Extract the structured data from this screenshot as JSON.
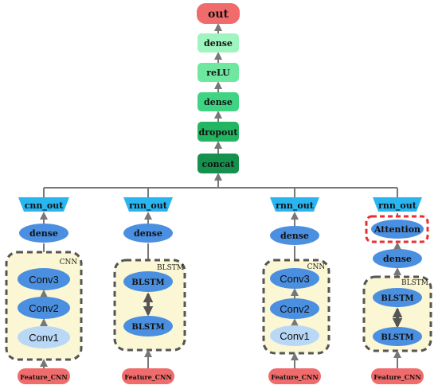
{
  "colors": {
    "out_fill": "#f06b6b",
    "dense_light": "#9ff5c0",
    "relu_fill": "#6fe7a0",
    "dense_mid": "#3fd383",
    "dropout_fill": "#24b563",
    "concat_fill": "#16904d",
    "trap_fill": "#29b6f0",
    "ellipse_fill": "#4a8fe0",
    "ellipse_light": "#b8d8f6",
    "panel_fill": "#fbf6d3",
    "panel_border": "#555555",
    "feature_fill": "#f06b6b",
    "attention_border": "#e8302f",
    "arrow": "#777777"
  },
  "head": {
    "out": "out",
    "dense_top": "dense",
    "relu": "reLU",
    "dense_mid": "dense",
    "dropout": "dropout",
    "concat": "concat"
  },
  "branches": {
    "b1": {
      "out_label": "cnn_out",
      "dense_label": "dense",
      "panel_label": "CNN",
      "conv3": "Conv3",
      "conv2": "Conv2",
      "conv1": "Conv1",
      "feature": "Feature_CNN"
    },
    "b2": {
      "out_label": "rnn_out",
      "dense_label": "dense",
      "panel_label": "BLSTM",
      "blstm_top": "BLSTM",
      "blstm_bottom": "BLSTM",
      "feature": "Feature_CNN"
    },
    "b3": {
      "out_label": "rnn_out",
      "dense_label": "dense",
      "panel_label": "CNN",
      "conv3": "Conv3",
      "conv2": "Conv2",
      "conv1": "Conv1",
      "feature": "Feature_CNN"
    },
    "b4": {
      "out_label": "rnn_out",
      "attention_label": "Attention",
      "dense_label": "dense",
      "panel_label": "BLSTM",
      "blstm_top": "BLSTM",
      "blstm_bottom": "BLSTM",
      "feature": "Feature_CNN"
    }
  }
}
